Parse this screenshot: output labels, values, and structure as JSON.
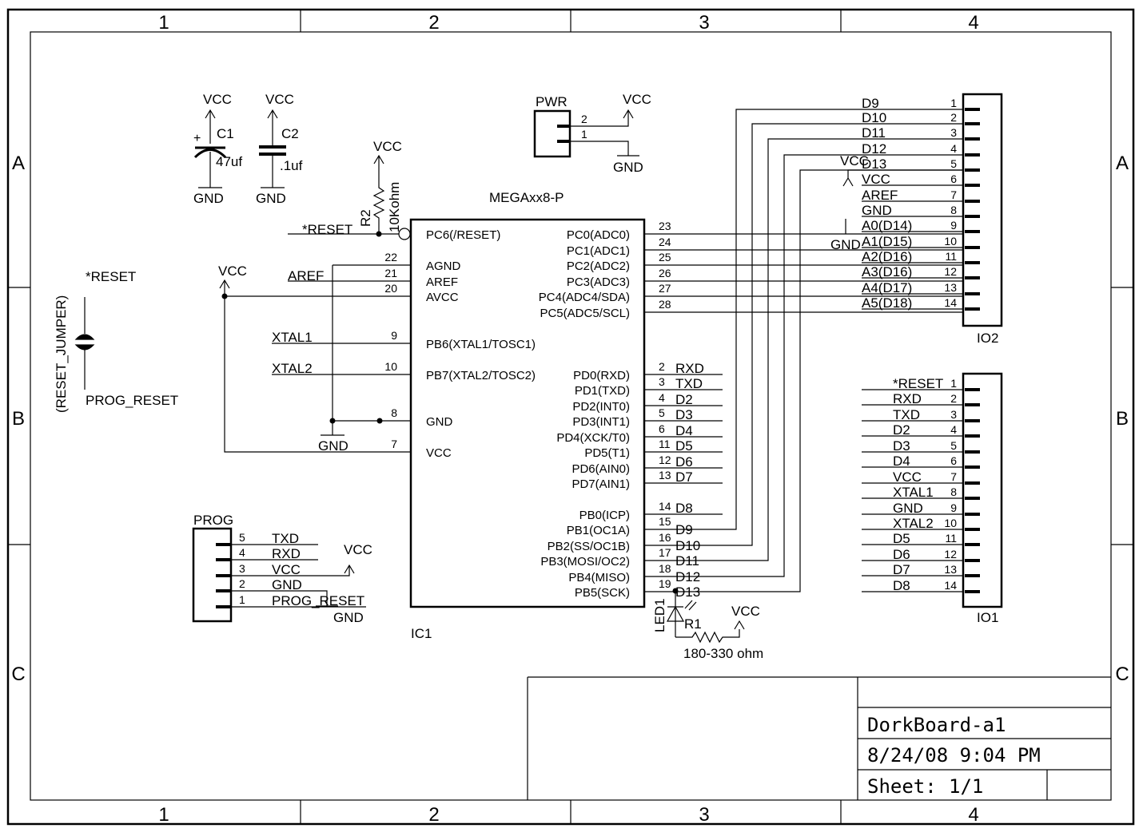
{
  "frame": {
    "columns": [
      "1",
      "2",
      "3",
      "4"
    ],
    "rows": [
      "A",
      "B",
      "C"
    ]
  },
  "title_block": {
    "name": "DorkBoard-a1",
    "date": "8/24/08 9:04 PM",
    "sheet_label": "Sheet:",
    "sheet_value": "1/1"
  },
  "ic1": {
    "part": "MEGAxx8-P",
    "ref": "IC1",
    "left_pins": [
      {
        "name": "PC6(/RESET)",
        "num": ""
      },
      {
        "name": "AGND",
        "num": "22"
      },
      {
        "name": "AREF",
        "num": "21"
      },
      {
        "name": "AVCC",
        "num": "20"
      },
      {
        "name": "PB6(XTAL1/TOSC1)",
        "num": "9"
      },
      {
        "name": "PB7(XTAL2/TOSC2)",
        "num": "10"
      },
      {
        "name": "GND",
        "num": "8"
      },
      {
        "name": "VCC",
        "num": "7"
      }
    ],
    "right_pins": [
      {
        "name": "PC0(ADC0)",
        "num": "23"
      },
      {
        "name": "PC1(ADC1)",
        "num": "24"
      },
      {
        "name": "PC2(ADC2)",
        "num": "25"
      },
      {
        "name": "PC3(ADC3)",
        "num": "26"
      },
      {
        "name": "PC4(ADC4/SDA)",
        "num": "27"
      },
      {
        "name": "PC5(ADC5/SCL)",
        "num": "28"
      },
      {
        "name": "PD0(RXD)",
        "num": "2",
        "net": "RXD"
      },
      {
        "name": "PD1(TXD)",
        "num": "3",
        "net": "TXD"
      },
      {
        "name": "PD2(INT0)",
        "num": "4",
        "net": "D2"
      },
      {
        "name": "PD3(INT1)",
        "num": "5",
        "net": "D3"
      },
      {
        "name": "PD4(XCK/T0)",
        "num": "6",
        "net": "D4"
      },
      {
        "name": "PD5(T1)",
        "num": "11",
        "net": "D5"
      },
      {
        "name": "PD6(AIN0)",
        "num": "12",
        "net": "D6"
      },
      {
        "name": "PD7(AIN1)",
        "num": "13",
        "net": "D7"
      },
      {
        "name": "PB0(ICP)",
        "num": "14",
        "net": "D8"
      },
      {
        "name": "PB1(OC1A)",
        "num": "15",
        "net": "D9"
      },
      {
        "name": "PB2(SS/OC1B)",
        "num": "16",
        "net": "D10"
      },
      {
        "name": "PB3(MOSI/OC2)",
        "num": "17",
        "net": "D11"
      },
      {
        "name": "PB4(MISO)",
        "num": "18",
        "net": "D12"
      },
      {
        "name": "PB5(SCK)",
        "num": "19",
        "net": "D13"
      }
    ]
  },
  "io2": {
    "ref": "IO2",
    "pins": [
      {
        "num": "1",
        "net": "D9"
      },
      {
        "num": "2",
        "net": "D10"
      },
      {
        "num": "3",
        "net": "D11"
      },
      {
        "num": "4",
        "net": "D12"
      },
      {
        "num": "5",
        "net": "D13"
      },
      {
        "num": "6",
        "net": "VCC"
      },
      {
        "num": "7",
        "net": "AREF"
      },
      {
        "num": "8",
        "net": "GND"
      },
      {
        "num": "9",
        "net": "A0(D14)"
      },
      {
        "num": "10",
        "net": "A1(D15)"
      },
      {
        "num": "11",
        "net": "A2(D16)"
      },
      {
        "num": "12",
        "net": "A3(D16)"
      },
      {
        "num": "13",
        "net": "A4(D17)"
      },
      {
        "num": "14",
        "net": "A5(D18)"
      }
    ]
  },
  "io1": {
    "ref": "IO1",
    "pins": [
      {
        "num": "1",
        "net": "*RESET"
      },
      {
        "num": "2",
        "net": "RXD"
      },
      {
        "num": "3",
        "net": "TXD"
      },
      {
        "num": "4",
        "net": "D2"
      },
      {
        "num": "5",
        "net": "D3"
      },
      {
        "num": "6",
        "net": "D4"
      },
      {
        "num": "7",
        "net": "VCC"
      },
      {
        "num": "8",
        "net": "XTAL1"
      },
      {
        "num": "9",
        "net": "GND"
      },
      {
        "num": "10",
        "net": "XTAL2"
      },
      {
        "num": "11",
        "net": "D5"
      },
      {
        "num": "12",
        "net": "D6"
      },
      {
        "num": "13",
        "net": "D7"
      },
      {
        "num": "14",
        "net": "D8"
      }
    ]
  },
  "prog": {
    "ref": "PROG",
    "pins": [
      {
        "num": "5",
        "net": "TXD"
      },
      {
        "num": "4",
        "net": "RXD"
      },
      {
        "num": "3",
        "net": "VCC"
      },
      {
        "num": "2",
        "net": "GND"
      },
      {
        "num": "1",
        "net": "PROG_RESET"
      }
    ]
  },
  "pwr": {
    "ref": "PWR",
    "pin2": "2",
    "pin1": "1"
  },
  "c1": {
    "ref": "C1",
    "value": "47uf",
    "plus": "+"
  },
  "c2": {
    "ref": "C2",
    "value": ".1uf"
  },
  "r2": {
    "ref": "R2",
    "value": "10Kohm"
  },
  "r1": {
    "ref": "R1",
    "value": "180-330 ohm"
  },
  "led1": {
    "ref": "LED1"
  },
  "jumper": {
    "ref": "(RESET_JUMPER)",
    "top": "*RESET",
    "bottom": "PROG_RESET"
  },
  "nets": {
    "vcc": "VCC",
    "gnd": "GND",
    "reset": "*RESET",
    "aref": "AREF",
    "xtal1": "XTAL1",
    "xtal2": "XTAL2",
    "prog_reset": "PROG_RESET"
  }
}
